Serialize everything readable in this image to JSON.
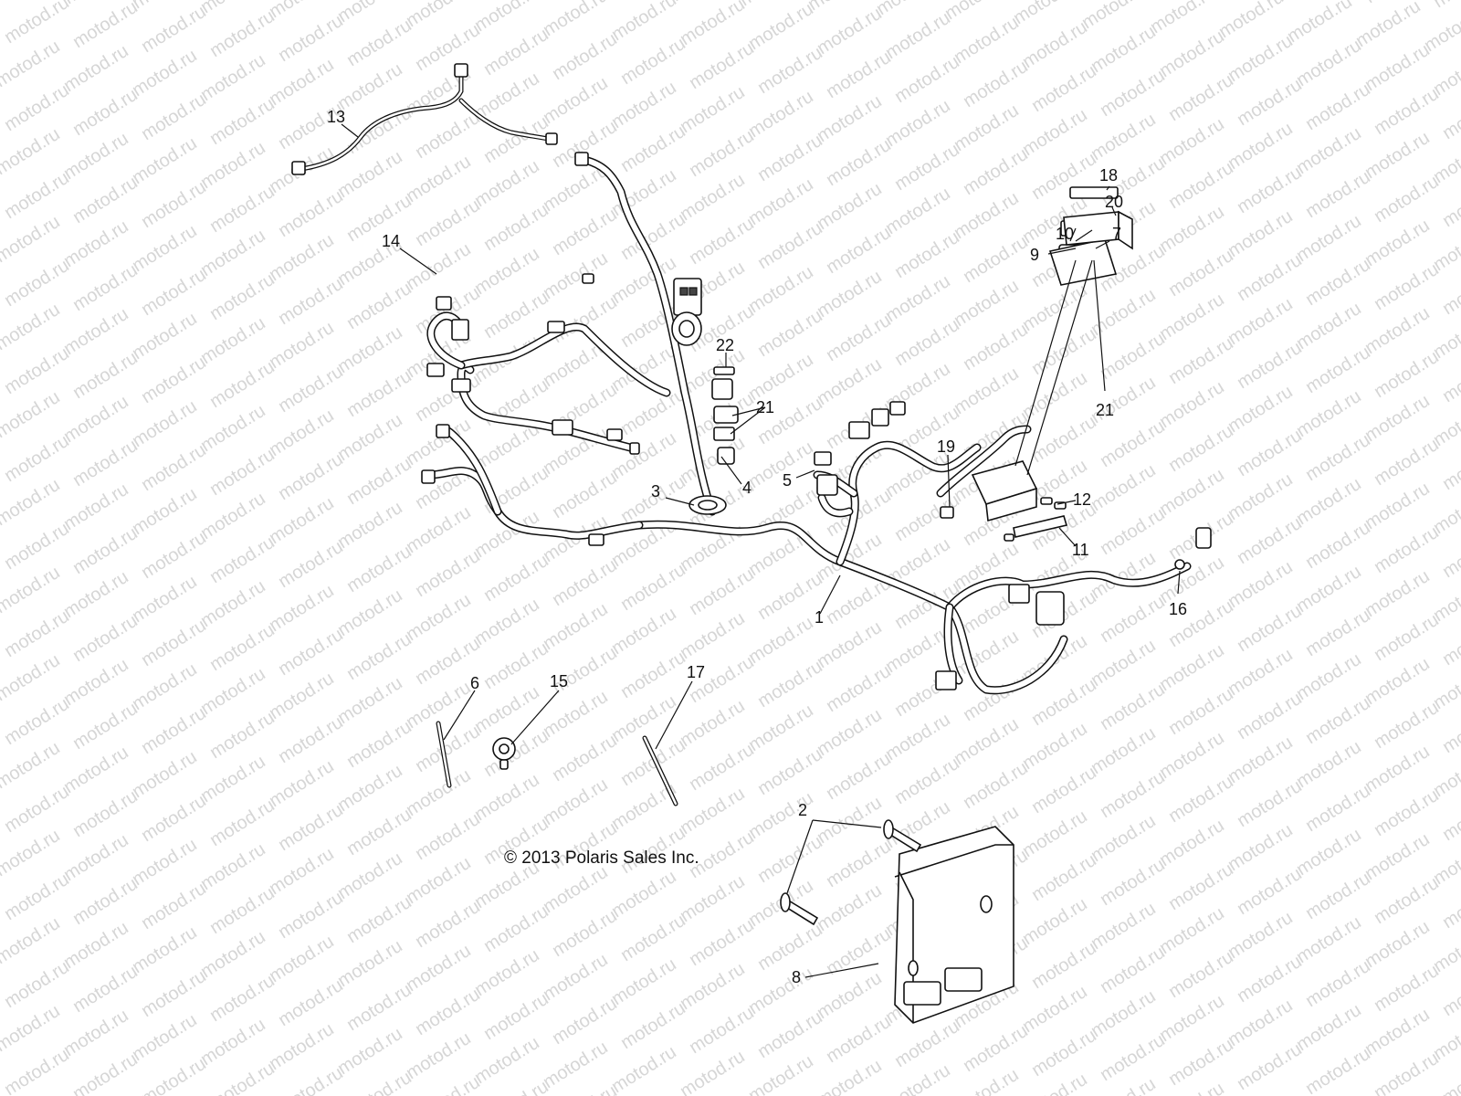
{
  "watermark": {
    "text": "motod.ru"
  },
  "copyright": "© 2013 Polaris Sales Inc.",
  "callouts": [
    {
      "id": "c1",
      "label": "1"
    },
    {
      "id": "c2",
      "label": "2"
    },
    {
      "id": "c3",
      "label": "3"
    },
    {
      "id": "c4",
      "label": "4"
    },
    {
      "id": "c5",
      "label": "5"
    },
    {
      "id": "c6",
      "label": "6"
    },
    {
      "id": "c7",
      "label": "7"
    },
    {
      "id": "c8",
      "label": "8"
    },
    {
      "id": "c9",
      "label": "9"
    },
    {
      "id": "c10",
      "label": "10"
    },
    {
      "id": "c11",
      "label": "11"
    },
    {
      "id": "c12",
      "label": "12"
    },
    {
      "id": "c13",
      "label": "13"
    },
    {
      "id": "c14",
      "label": "14"
    },
    {
      "id": "c15",
      "label": "15"
    },
    {
      "id": "c16",
      "label": "16"
    },
    {
      "id": "c17",
      "label": "17"
    },
    {
      "id": "c18",
      "label": "18"
    },
    {
      "id": "c19",
      "label": "19"
    },
    {
      "id": "c20",
      "label": "20"
    },
    {
      "id": "c21a",
      "label": "21"
    },
    {
      "id": "c21b",
      "label": "21"
    },
    {
      "id": "c22",
      "label": "22"
    }
  ]
}
